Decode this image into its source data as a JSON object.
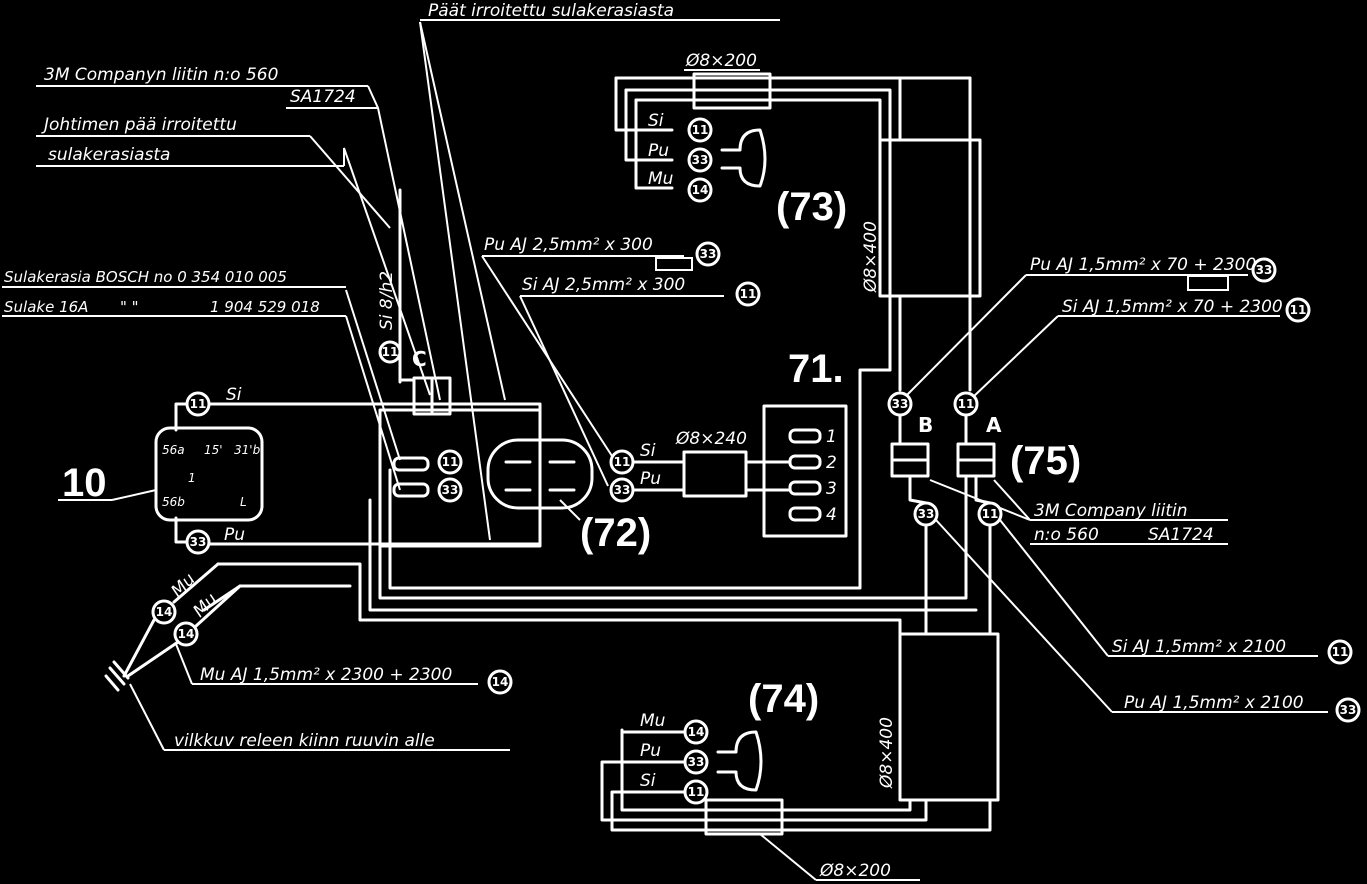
{
  "notes": {
    "top": "Päät irroitettu sulakerasiasta",
    "connector_3m_line1": "3M Companyn liitin n:o 560",
    "connector_3m_line2": "SA1724",
    "wire_end_line1": "Johtimen pää irroitettu",
    "wire_end_line2": "sulakerasiasta",
    "fusebox_line1": "Sulakerasia BOSCH no 0 354 010 005",
    "fusebox_line2": "Sulake 16A",
    "fusebox_line2_ditto": "\"        \"",
    "fusebox_line2_part": "1 904 529 018",
    "vert_wire": "Si 8/h2",
    "right_connector_line1": "3M Company liitin",
    "right_connector_line2": "n:o 560",
    "right_connector_line3": "SA1724",
    "ground_note": "vilkkuv releen kiinn ruuvin alle"
  },
  "wires": {
    "pu_25": "Pu AJ 2,5mm² x 300",
    "si_25": "Si AJ 2,5mm² x 300",
    "pu_15_right": "Pu AJ 1,5mm² x 70 + 2300",
    "si_15_right": "Si AJ 1,5mm² x 70 + 2300",
    "si_2100": "Si AJ 1,5mm² x 2100",
    "pu_2100": "Pu AJ 1,5mm² x 2100",
    "mu_2300": "Mu AJ 1,5mm² x 2300 + 2300"
  },
  "sleeves": {
    "top": "Ø8×200",
    "right_vertical": "Ø8×400",
    "bottom_vertical": "Ø8×400",
    "middle": "Ø8×240",
    "bottom": "Ø8×200"
  },
  "component_labels": {
    "c10": "10",
    "c71": "71.",
    "c72": "(72)",
    "c73": "(73)",
    "c74": "(74)",
    "c75": "(75)",
    "conn_a": "A",
    "conn_b": "B",
    "conn_c": "C"
  },
  "wire_colors": {
    "si": "Si",
    "pu": "Pu",
    "mu": "Mu"
  },
  "relay_pins": {
    "p1": "56a",
    "p2": "15'",
    "p3": "31'b",
    "p4": "1",
    "p5": "56b",
    "p6": "L"
  },
  "terminals": {
    "t11": "11",
    "t33": "33",
    "t14": "14"
  },
  "switch_positions": [
    "1",
    "2",
    "3",
    "4"
  ]
}
